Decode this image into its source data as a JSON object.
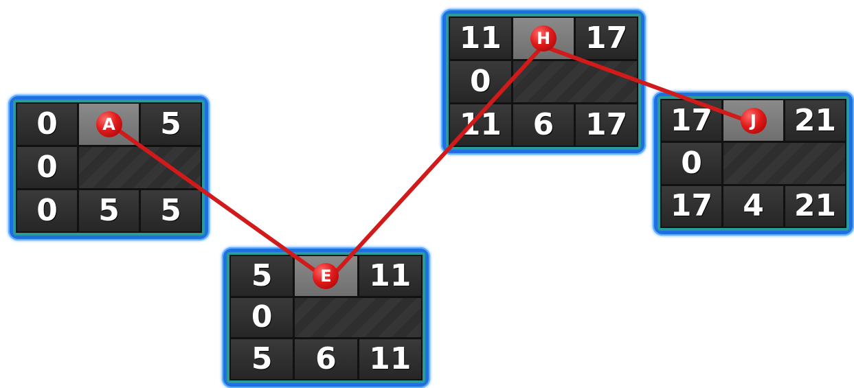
{
  "link_color": "#d11a1a",
  "nodes": {
    "A": {
      "label": "A",
      "es": "0",
      "ef": "5",
      "slack": "0",
      "ls": "0",
      "duration": "5",
      "lf": "5"
    },
    "E": {
      "label": "E",
      "es": "5",
      "ef": "11",
      "slack": "0",
      "ls": "5",
      "duration": "6",
      "lf": "11"
    },
    "H": {
      "label": "H",
      "es": "11",
      "ef": "17",
      "slack": "0",
      "ls": "11",
      "duration": "6",
      "lf": "17"
    },
    "J": {
      "label": "J",
      "es": "17",
      "ef": "21",
      "slack": "0",
      "ls": "17",
      "duration": "4",
      "lf": "21"
    }
  },
  "links": [
    {
      "from": "A",
      "to": "E"
    },
    {
      "from": "E",
      "to": "H"
    },
    {
      "from": "H",
      "to": "J"
    }
  ]
}
